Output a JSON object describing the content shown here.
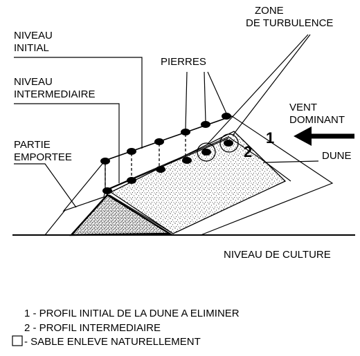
{
  "labels": {
    "zone_line1": "ZONE",
    "zone_line2": "DE TURBULENCE",
    "niveau_initial_line1": "NIVEAU",
    "niveau_initial_line2": "INITIAL",
    "pierres": "PIERRES",
    "niveau_intermediaire_line1": "NIVEAU",
    "niveau_intermediaire_line2": "INTERMEDIAIRE",
    "vent_line1": "VENT",
    "vent_line2": "DOMINANT",
    "partie_line1": "PARTIE",
    "partie_line2": "EMPORTEE",
    "dune": "DUNE",
    "niveau_culture": "NIVEAU DE CULTURE",
    "marker_1": "1",
    "marker_2": "2"
  },
  "legend": [
    "1 - PROFIL INITIAL DE LA DUNE A ELIMINER",
    "2 - PROFIL INTERMEDIAIRE",
    "- SABLE ENLEVE NATURELLEMENT"
  ]
}
